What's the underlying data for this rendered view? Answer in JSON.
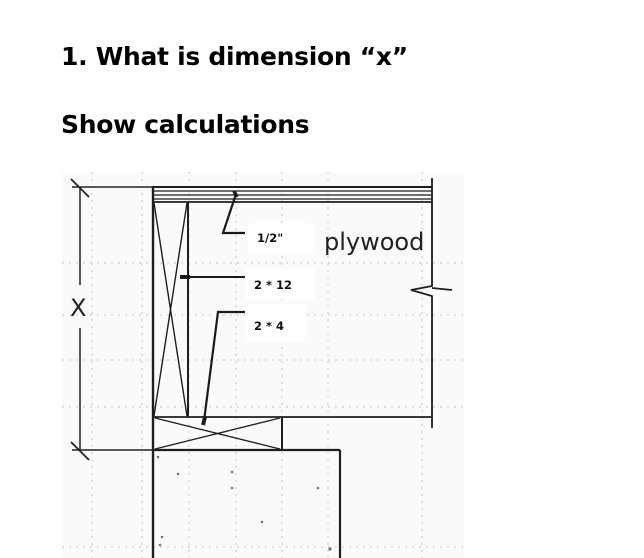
{
  "question": {
    "title": "1. What is dimension “x”",
    "subtitle": "Show calculations"
  },
  "diagram": {
    "dimension_label": "X",
    "labels": {
      "plywood_thickness": "1/2\"",
      "plywood": "plywood",
      "joist": "2 * 12",
      "plate": "2 * 4"
    },
    "colors": {
      "line": "#1a1a1a",
      "grid": "#bdbdbd",
      "background": "#fafafa",
      "label_bg": "#ffffff"
    }
  }
}
